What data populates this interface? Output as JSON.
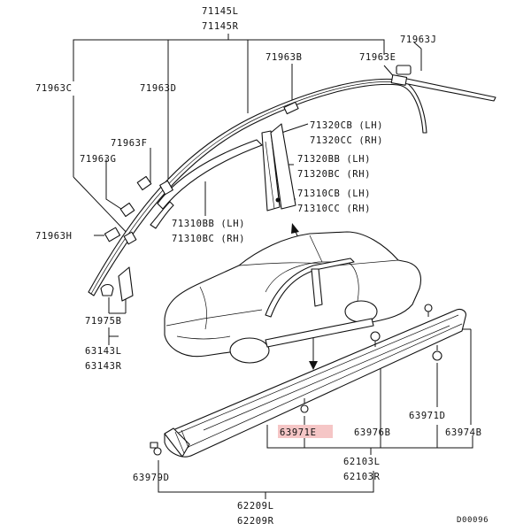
{
  "diagram": {
    "labels": {
      "l71145": "71145L",
      "r71145": "71145R",
      "c71963": "71963C",
      "d71963": "71963D",
      "b71963": "71963B",
      "j71963": "71963J",
      "e71963": "71963E",
      "cb71320": "71320CB (LH)",
      "cc71320": "71320CC (RH)",
      "f71963": "71963F",
      "g71963": "71963G",
      "bb71320": "71320BB (LH)",
      "bc71320": "71320BC (RH)",
      "cb71310": "71310CB (LH)",
      "cc71310": "71310CC (RH)",
      "h71963": "71963H",
      "bb71310": "71310BB (LH)",
      "bc71310": "71310BC (RH)",
      "b71975": "71975B",
      "l63143": "63143L",
      "r63143": "63143R",
      "d63971": "63971D",
      "e63971": "63971E",
      "b63976": "63976B",
      "b63974": "63974B",
      "l62103": "62103L",
      "r62103": "62103R",
      "d63979": "63979D",
      "l62209": "62209L",
      "r62209": "62209R",
      "diagram_code": "D00096"
    },
    "highlight_color": "#f5c6c6"
  }
}
